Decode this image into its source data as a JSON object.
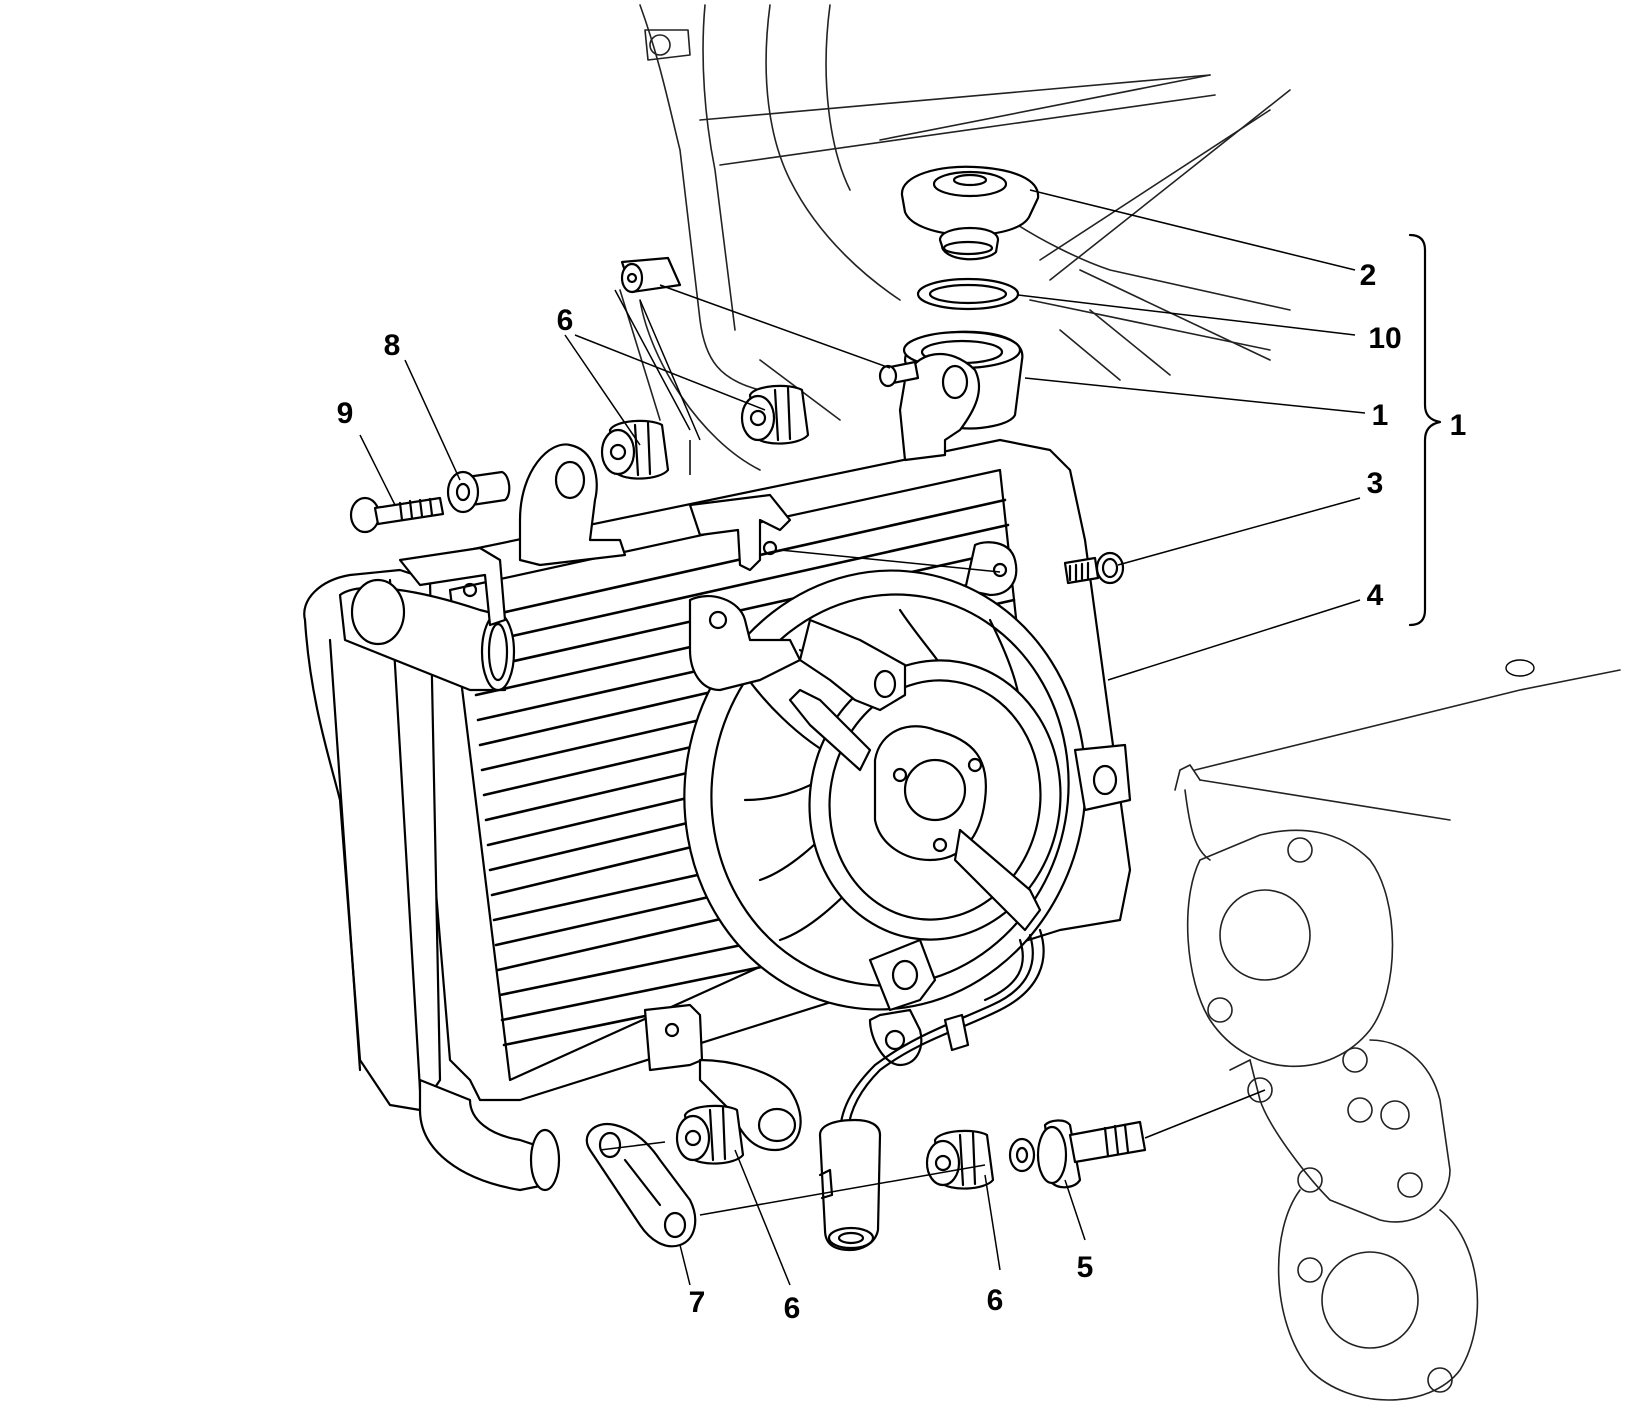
{
  "callouts": [
    {
      "id": "c2",
      "text": "2"
    },
    {
      "id": "c10",
      "text": "10"
    },
    {
      "id": "c1a",
      "text": "1"
    },
    {
      "id": "c1",
      "text": "1"
    },
    {
      "id": "c3",
      "text": "3"
    },
    {
      "id": "c4",
      "text": "4"
    },
    {
      "id": "c6a",
      "text": "6"
    },
    {
      "id": "c8",
      "text": "8"
    },
    {
      "id": "c9",
      "text": "9"
    },
    {
      "id": "c7",
      "text": "7"
    },
    {
      "id": "c6b",
      "text": "6"
    },
    {
      "id": "c6c",
      "text": "6"
    },
    {
      "id": "c5",
      "text": "5"
    }
  ]
}
